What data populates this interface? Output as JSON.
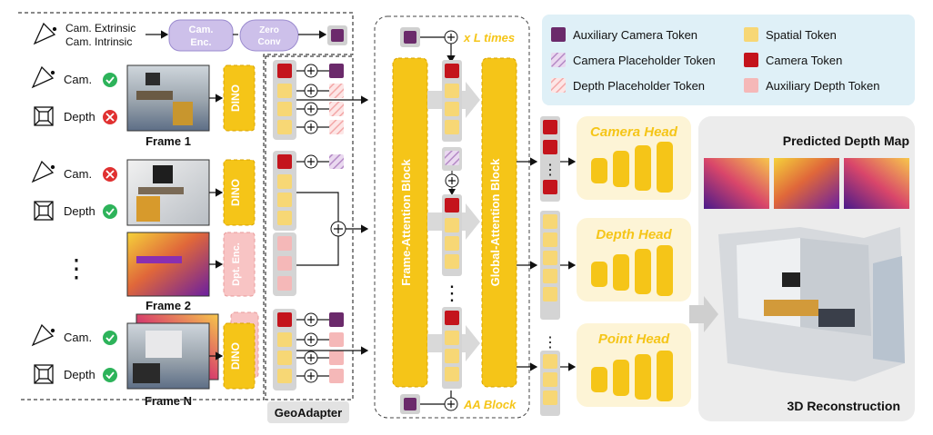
{
  "input_box": {
    "line1": "Cam. Extrinsic",
    "line2": "Cam. Intrinsic",
    "cam_enc_1": "Cam.",
    "cam_enc_2": "Enc.",
    "zero_conv_1": "Zero",
    "zero_conv_2": "Conv"
  },
  "frames": [
    {
      "cam_label": "Cam.",
      "depth_label": "Depth",
      "caption": "Frame 1",
      "encoder": "DINO",
      "cam_status": "check",
      "depth_status": "cross"
    },
    {
      "cam_label": "Cam.",
      "depth_label": "Depth",
      "caption": "Frame 2",
      "encoder": "DINO",
      "encoder2": "Dpt. Enc.",
      "cam_status": "cross",
      "depth_status": "check"
    },
    {
      "cam_label": "Cam.",
      "depth_label": "Depth",
      "caption": "Frame N",
      "encoder": "DINO",
      "cam_status": "check",
      "depth_status": "check"
    }
  ],
  "ellipsis": "⋮",
  "geoadapter_label": "GeoAdapter",
  "loop_label": "x L times",
  "aa_label": "AA Block",
  "frame_attention": "Frame-Attention Block",
  "global_attention": "Global-Attention Block",
  "legend": [
    {
      "label": "Auxiliary Camera Token",
      "color": "#6b2a6b"
    },
    {
      "label": "Spatial Token",
      "color": "#f7d775"
    },
    {
      "label": "Camera Placeholder Token",
      "color": "#c9a6d6"
    },
    {
      "label": "Camera Token",
      "color": "#c4141c"
    },
    {
      "label": "Depth Placeholder Token",
      "color": "#f6c0c0"
    },
    {
      "label": "Auxiliary Depth Token",
      "color": "#f5b8b8"
    }
  ],
  "heads": [
    {
      "label": "Camera Head"
    },
    {
      "label": "Depth Head"
    },
    {
      "label": "Point Head"
    }
  ],
  "output": {
    "depth_title": "Predicted Depth Map",
    "recon_title": "3D Reconstruction"
  }
}
